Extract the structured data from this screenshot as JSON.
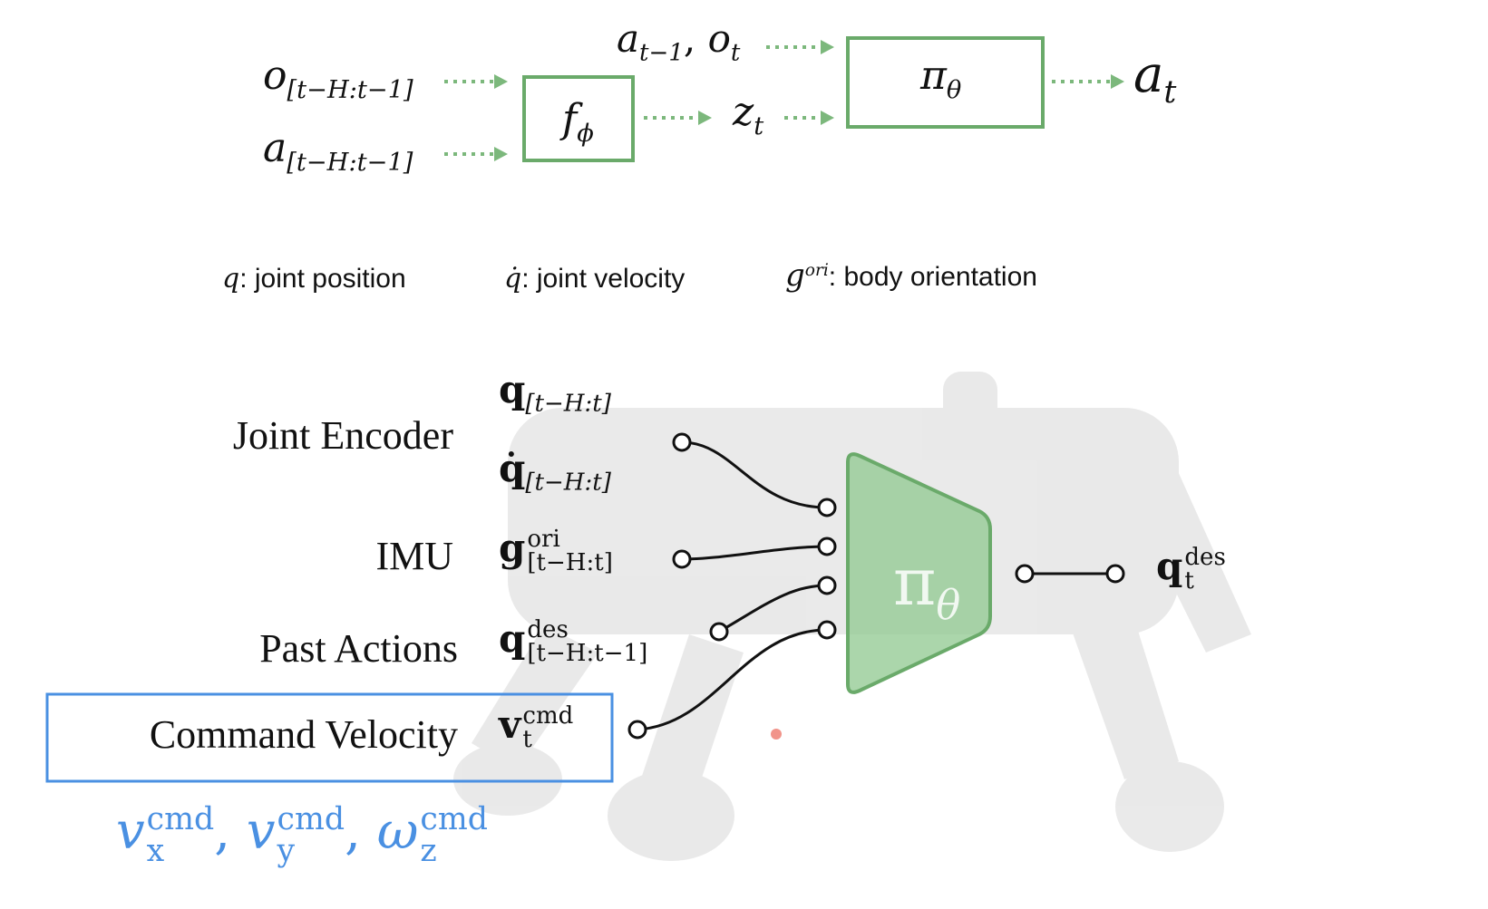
{
  "top": {
    "o_hist": {
      "base": "o",
      "sub": "[t−H:t−1]"
    },
    "a_hist": {
      "base": "a",
      "sub": "[t−H:t−1]"
    },
    "encoder": {
      "base": "f",
      "sub": "ϕ"
    },
    "prev": {
      "a": "a",
      "a_sub": "t−1",
      "sep": ",",
      "o": "o",
      "o_sub": "t"
    },
    "latent": {
      "base": "z",
      "sub": "t"
    },
    "policy": {
      "base": "π",
      "sub": "θ"
    },
    "output": {
      "base": "a",
      "sub": "t"
    },
    "arrow_color": "#7cb87c",
    "box_color": "#6aaa6a"
  },
  "legend": {
    "q": {
      "sym": "q",
      "text": ": joint position"
    },
    "qdot": {
      "sym": "q̇",
      "text": ": joint velocity"
    },
    "g": {
      "sym": "g",
      "sup": "ori",
      "text": ": body orientation"
    }
  },
  "inputs": {
    "joint_encoder": "Joint Encoder",
    "imu": "IMU",
    "past_actions": "Past Actions",
    "command_velocity": "Command Velocity",
    "highlight_color": "#4a90e2"
  },
  "symbols": {
    "q": {
      "base": "q",
      "sub": "[t−H:t]"
    },
    "qdot": {
      "base": "q̇",
      "sub": "[t−H:t]"
    },
    "g": {
      "base": "g",
      "sup": "ori",
      "sub": "[t−H:t]"
    },
    "qdes_hist": {
      "base": "q",
      "sup": "des",
      "sub": "[t−H:t−1]"
    },
    "v": {
      "base": "v",
      "sup": "cmd",
      "sub": "t"
    },
    "out": {
      "base": "q",
      "sup": "des",
      "sub": "t"
    }
  },
  "policy_net": {
    "base": "π",
    "sub": "θ",
    "fill": "#8fc88f",
    "stroke": "#6aaa6a"
  },
  "components": {
    "vx": {
      "base": "v",
      "sub": "x",
      "sup": "cmd"
    },
    "vy": {
      "base": "v",
      "sub": "y",
      "sup": "cmd"
    },
    "wz": {
      "base": "ω",
      "sub": "z",
      "sup": "cmd"
    },
    "sep": ",",
    "color": "#4a90e2"
  }
}
